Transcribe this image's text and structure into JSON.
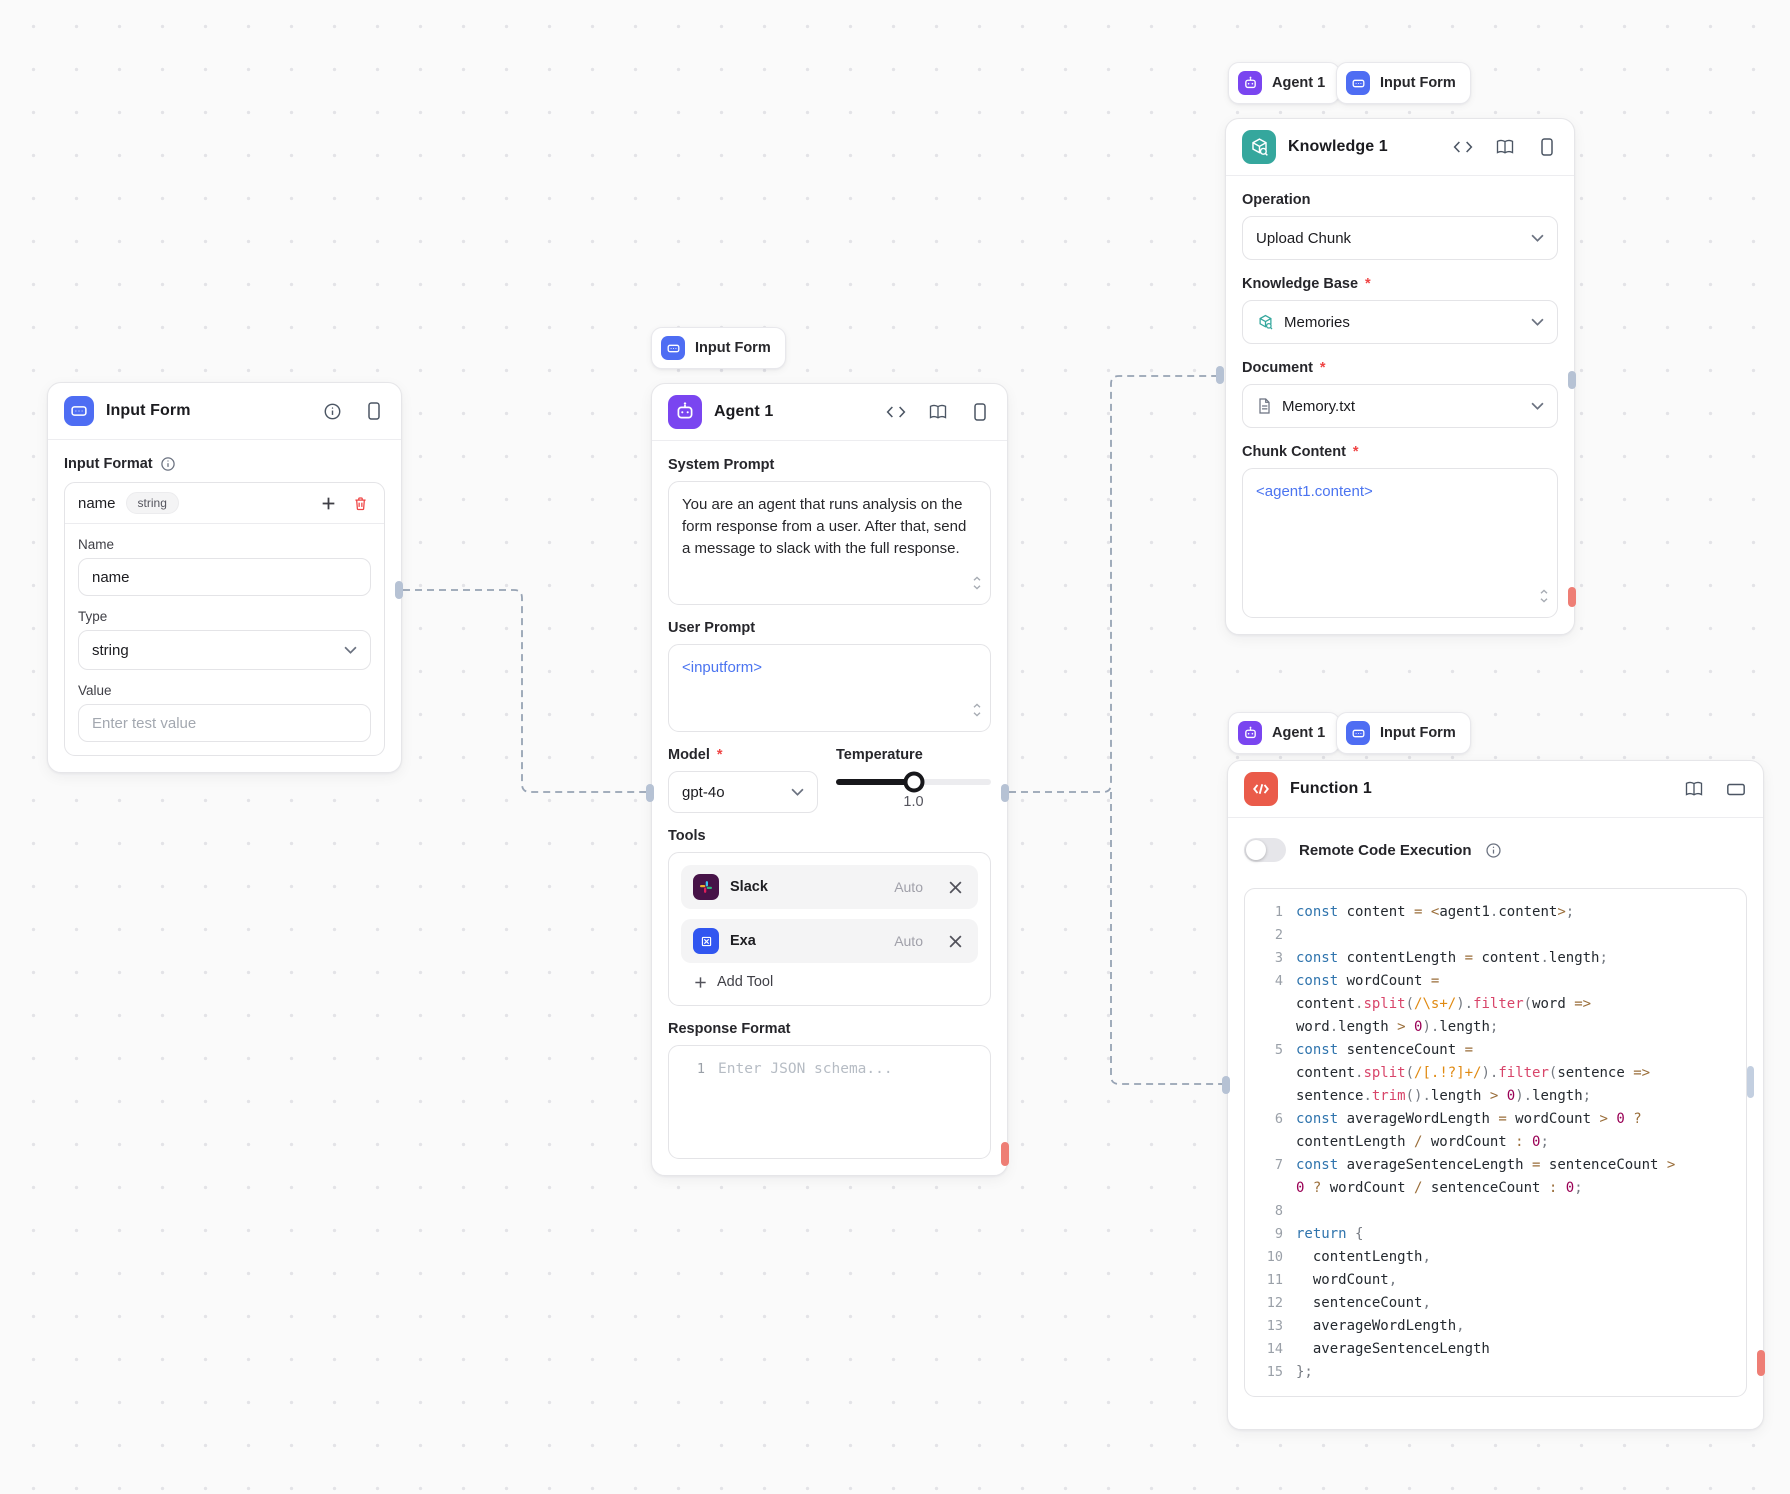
{
  "canvas": {
    "background": "#fafafa",
    "dot_color": "#e3e3e7",
    "edge_color": "#97a3b4"
  },
  "colors": {
    "input_form_accent": "#4e6df3",
    "agent_accent": "#7a45f0",
    "knowledge_accent": "#35a79d",
    "function_accent": "#ea5b4a",
    "template_token_blue": "#4b74f0",
    "port_gray": "#b6c2d4",
    "port_red": "#ee7e75",
    "slack_bg": "#471348",
    "exa_bg": "#3156f0"
  },
  "input_form_node": {
    "title": "Input Form",
    "input_format_label": "Input Format",
    "row_name": "name",
    "row_type_chip": "string",
    "name_label": "Name",
    "name_value": "name",
    "type_label": "Type",
    "type_value": "string",
    "value_label": "Value",
    "value_placeholder": "Enter test value"
  },
  "agent_node": {
    "tag": "Input Form",
    "title": "Agent 1",
    "system_prompt_label": "System Prompt",
    "system_prompt_value": "You are an agent that runs analysis on the form response from a user. After that, send a message to slack with the full response.",
    "user_prompt_label": "User Prompt",
    "user_prompt_value": "<inputform>",
    "model_label": "Model",
    "model_value": "gpt-4o",
    "temperature_label": "Temperature",
    "temperature_value": "1.0",
    "tools_label": "Tools",
    "tools": [
      {
        "name": "Slack",
        "mode": "Auto"
      },
      {
        "name": "Exa",
        "mode": "Auto"
      }
    ],
    "add_tool_label": "Add Tool",
    "response_format_label": "Response Format",
    "response_line_number": "1",
    "response_placeholder": "Enter JSON schema..."
  },
  "knowledge_node": {
    "tags": [
      "Agent 1",
      "Input Form"
    ],
    "title": "Knowledge 1",
    "operation_label": "Operation",
    "operation_value": "Upload Chunk",
    "knowledge_base_label": "Knowledge Base",
    "knowledge_base_value": "Memories",
    "document_label": "Document",
    "document_value": "Memory.txt",
    "chunk_content_label": "Chunk Content",
    "chunk_content_value": "<agent1.content>"
  },
  "function_node": {
    "tags": [
      "Agent 1",
      "Input Form"
    ],
    "title": "Function 1",
    "rce_label": "Remote Code Execution",
    "code_lines": [
      {
        "n": "1",
        "tk": [
          [
            "k",
            "const"
          ],
          [
            "p",
            " content "
          ],
          [
            "o",
            "="
          ],
          [
            "p",
            " "
          ],
          [
            "o",
            "<"
          ],
          [
            "p",
            "agent1"
          ],
          [
            "u",
            "."
          ],
          [
            "p",
            "content"
          ],
          [
            "o",
            ">"
          ],
          [
            "u",
            ";"
          ]
        ]
      },
      {
        "n": "2",
        "tk": []
      },
      {
        "n": "3",
        "tk": [
          [
            "k",
            "const"
          ],
          [
            "p",
            " contentLength "
          ],
          [
            "o",
            "="
          ],
          [
            "p",
            " content"
          ],
          [
            "u",
            "."
          ],
          [
            "p",
            "length"
          ],
          [
            "u",
            ";"
          ]
        ]
      },
      {
        "n": "4",
        "tk": [
          [
            "k",
            "const"
          ],
          [
            "p",
            " wordCount "
          ],
          [
            "o",
            "="
          ]
        ]
      },
      {
        "n": "",
        "tk": [
          [
            "p",
            "content"
          ],
          [
            "u",
            "."
          ],
          [
            "f",
            "split"
          ],
          [
            "u",
            "("
          ],
          [
            "r",
            "/\\s+/"
          ],
          [
            "u",
            ")."
          ],
          [
            "f",
            "filter"
          ],
          [
            "u",
            "("
          ],
          [
            "p",
            "word "
          ],
          [
            "o",
            "=>"
          ]
        ]
      },
      {
        "n": "",
        "tk": [
          [
            "p",
            "word"
          ],
          [
            "u",
            "."
          ],
          [
            "p",
            "length "
          ],
          [
            "o",
            ">"
          ],
          [
            "p",
            " "
          ],
          [
            "m",
            "0"
          ],
          [
            "u",
            ")."
          ],
          [
            "p",
            "length"
          ],
          [
            "u",
            ";"
          ]
        ]
      },
      {
        "n": "5",
        "tk": [
          [
            "k",
            "const"
          ],
          [
            "p",
            " sentenceCount "
          ],
          [
            "o",
            "="
          ]
        ]
      },
      {
        "n": "",
        "tk": [
          [
            "p",
            "content"
          ],
          [
            "u",
            "."
          ],
          [
            "f",
            "split"
          ],
          [
            "u",
            "("
          ],
          [
            "r",
            "/[.!?]+/"
          ],
          [
            "u",
            ")."
          ],
          [
            "f",
            "filter"
          ],
          [
            "u",
            "("
          ],
          [
            "p",
            "sentence "
          ],
          [
            "o",
            "=>"
          ]
        ]
      },
      {
        "n": "",
        "tk": [
          [
            "p",
            "sentence"
          ],
          [
            "u",
            "."
          ],
          [
            "f",
            "trim"
          ],
          [
            "u",
            "()."
          ],
          [
            "p",
            "length "
          ],
          [
            "o",
            ">"
          ],
          [
            "p",
            " "
          ],
          [
            "m",
            "0"
          ],
          [
            "u",
            ")."
          ],
          [
            "p",
            "length"
          ],
          [
            "u",
            ";"
          ]
        ]
      },
      {
        "n": "6",
        "tk": [
          [
            "k",
            "const"
          ],
          [
            "p",
            " averageWordLength "
          ],
          [
            "o",
            "="
          ],
          [
            "p",
            " wordCount "
          ],
          [
            "o",
            ">"
          ],
          [
            "p",
            " "
          ],
          [
            "m",
            "0"
          ],
          [
            "p",
            " "
          ],
          [
            "o",
            "?"
          ]
        ]
      },
      {
        "n": "",
        "tk": [
          [
            "p",
            "contentLength "
          ],
          [
            "o",
            "/"
          ],
          [
            "p",
            " wordCount "
          ],
          [
            "o",
            ":"
          ],
          [
            "p",
            " "
          ],
          [
            "m",
            "0"
          ],
          [
            "u",
            ";"
          ]
        ]
      },
      {
        "n": "7",
        "tk": [
          [
            "k",
            "const"
          ],
          [
            "p",
            " averageSentenceLength "
          ],
          [
            "o",
            "="
          ],
          [
            "p",
            " sentenceCount "
          ],
          [
            "o",
            ">"
          ]
        ]
      },
      {
        "n": "",
        "tk": [
          [
            "m",
            "0"
          ],
          [
            "p",
            " "
          ],
          [
            "o",
            "?"
          ],
          [
            "p",
            " wordCount "
          ],
          [
            "o",
            "/"
          ],
          [
            "p",
            " sentenceCount "
          ],
          [
            "o",
            ":"
          ],
          [
            "p",
            " "
          ],
          [
            "m",
            "0"
          ],
          [
            "u",
            ";"
          ]
        ]
      },
      {
        "n": "8",
        "tk": []
      },
      {
        "n": "9",
        "tk": [
          [
            "k",
            "return"
          ],
          [
            "p",
            " "
          ],
          [
            "u",
            "{"
          ]
        ]
      },
      {
        "n": "10",
        "tk": [
          [
            "p",
            "  contentLength"
          ],
          [
            "u",
            ","
          ]
        ]
      },
      {
        "n": "11",
        "tk": [
          [
            "p",
            "  wordCount"
          ],
          [
            "u",
            ","
          ]
        ]
      },
      {
        "n": "12",
        "tk": [
          [
            "p",
            "  sentenceCount"
          ],
          [
            "u",
            ","
          ]
        ]
      },
      {
        "n": "13",
        "tk": [
          [
            "p",
            "  averageWordLength"
          ],
          [
            "u",
            ","
          ]
        ]
      },
      {
        "n": "14",
        "tk": [
          [
            "p",
            "  averageSentenceLength"
          ]
        ]
      },
      {
        "n": "15",
        "tk": [
          [
            "u",
            "};"
          ]
        ]
      }
    ]
  }
}
